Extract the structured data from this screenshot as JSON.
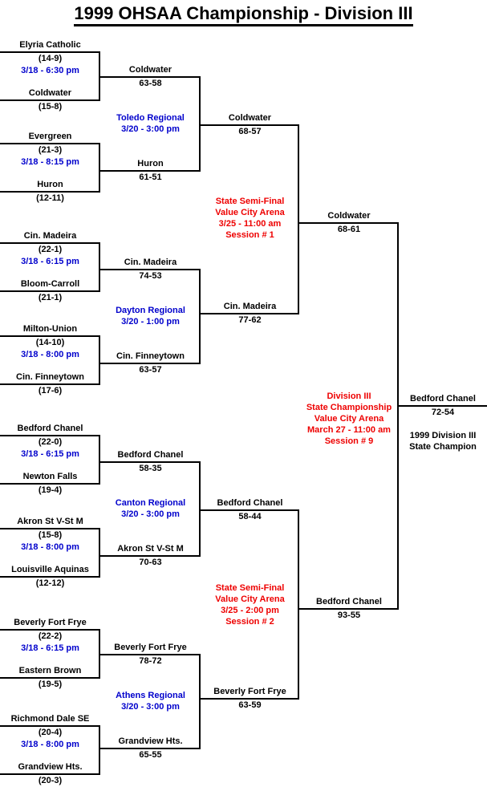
{
  "title": "1999 OHSAA Championship - Division III",
  "colors": {
    "blue": "#0000cc",
    "red": "#ee0000",
    "line": "#000000"
  },
  "round1": [
    {
      "team1": "Elyria Catholic",
      "record1": "(14-9)",
      "datetime": "3/18 - 6:30 pm",
      "team2": "Coldwater",
      "record2": "(15-8)"
    },
    {
      "team1": "Evergreen",
      "record1": "(21-3)",
      "datetime": "3/18 - 8:15 pm",
      "team2": "Huron",
      "record2": "(12-11)"
    },
    {
      "team1": "Cin. Madeira",
      "record1": "(22-1)",
      "datetime": "3/18 - 6:15 pm",
      "team2": "Bloom-Carroll",
      "record2": "(21-1)"
    },
    {
      "team1": "Milton-Union",
      "record1": "(14-10)",
      "datetime": "3/18 - 8:00 pm",
      "team2": "Cin. Finneytown",
      "record2": "(17-6)"
    },
    {
      "team1": "Bedford Chanel",
      "record1": "(22-0)",
      "datetime": "3/18 - 6:15 pm",
      "team2": "Newton Falls",
      "record2": "(19-4)"
    },
    {
      "team1": "Akron St V-St M",
      "record1": "(15-8)",
      "datetime": "3/18 - 8:00 pm",
      "team2": "Louisville Aquinas",
      "record2": "(12-12)"
    },
    {
      "team1": "Beverly Fort Frye",
      "record1": "(22-2)",
      "datetime": "3/18 - 6:15 pm",
      "team2": "Eastern Brown",
      "record2": "(19-5)"
    },
    {
      "team1": "Richmond Dale SE",
      "record1": "(20-4)",
      "datetime": "3/18 - 8:00 pm",
      "team2": "Grandview Hts.",
      "record2": "(20-3)"
    }
  ],
  "round2": [
    {
      "top_team": "Coldwater",
      "top_score": "63-58",
      "label": "Toledo Regional",
      "label_time": "3/20 - 3:00 pm",
      "bottom_team": "Huron",
      "bottom_score": "61-51"
    },
    {
      "top_team": "Cin. Madeira",
      "top_score": "74-53",
      "label": "Dayton Regional",
      "label_time": "3/20 - 1:00 pm",
      "bottom_team": "Cin. Finneytown",
      "bottom_score": "63-57"
    },
    {
      "top_team": "Bedford Chanel",
      "top_score": "58-35",
      "label": "Canton Regional",
      "label_time": "3/20 - 3:00 pm",
      "bottom_team": "Akron St V-St M",
      "bottom_score": "70-63"
    },
    {
      "top_team": "Beverly Fort Frye",
      "top_score": "78-72",
      "label": "Athens Regional",
      "label_time": "3/20 - 3:00 pm",
      "bottom_team": "Grandview Hts.",
      "bottom_score": "65-55"
    }
  ],
  "round3": [
    {
      "top_team": "Coldwater",
      "top_score": "68-57",
      "info": [
        "State Semi-Final",
        "Value City Arena",
        "3/25 - 11:00 am",
        "Session # 1"
      ],
      "bottom_team": "Cin. Madeira",
      "bottom_score": "77-62"
    },
    {
      "top_team": "Bedford Chanel",
      "top_score": "58-44",
      "info": [
        "State Semi-Final",
        "Value City Arena",
        "3/25 - 2:00 pm",
        "Session # 2"
      ],
      "bottom_team": "Beverly Fort Frye",
      "bottom_score": "63-59"
    }
  ],
  "final": {
    "top_team": "Coldwater",
    "top_score": "68-61",
    "info": [
      "Division III",
      "State Championship",
      "Value City Arena",
      "March 27 - 11:00 am",
      "Session # 9"
    ],
    "bottom_team": "Bedford Chanel",
    "bottom_score": "93-55"
  },
  "champion": {
    "team": "Bedford Chanel",
    "score": "72-54",
    "caption_line1": "1999 Division III",
    "caption_line2": "State Champion"
  }
}
